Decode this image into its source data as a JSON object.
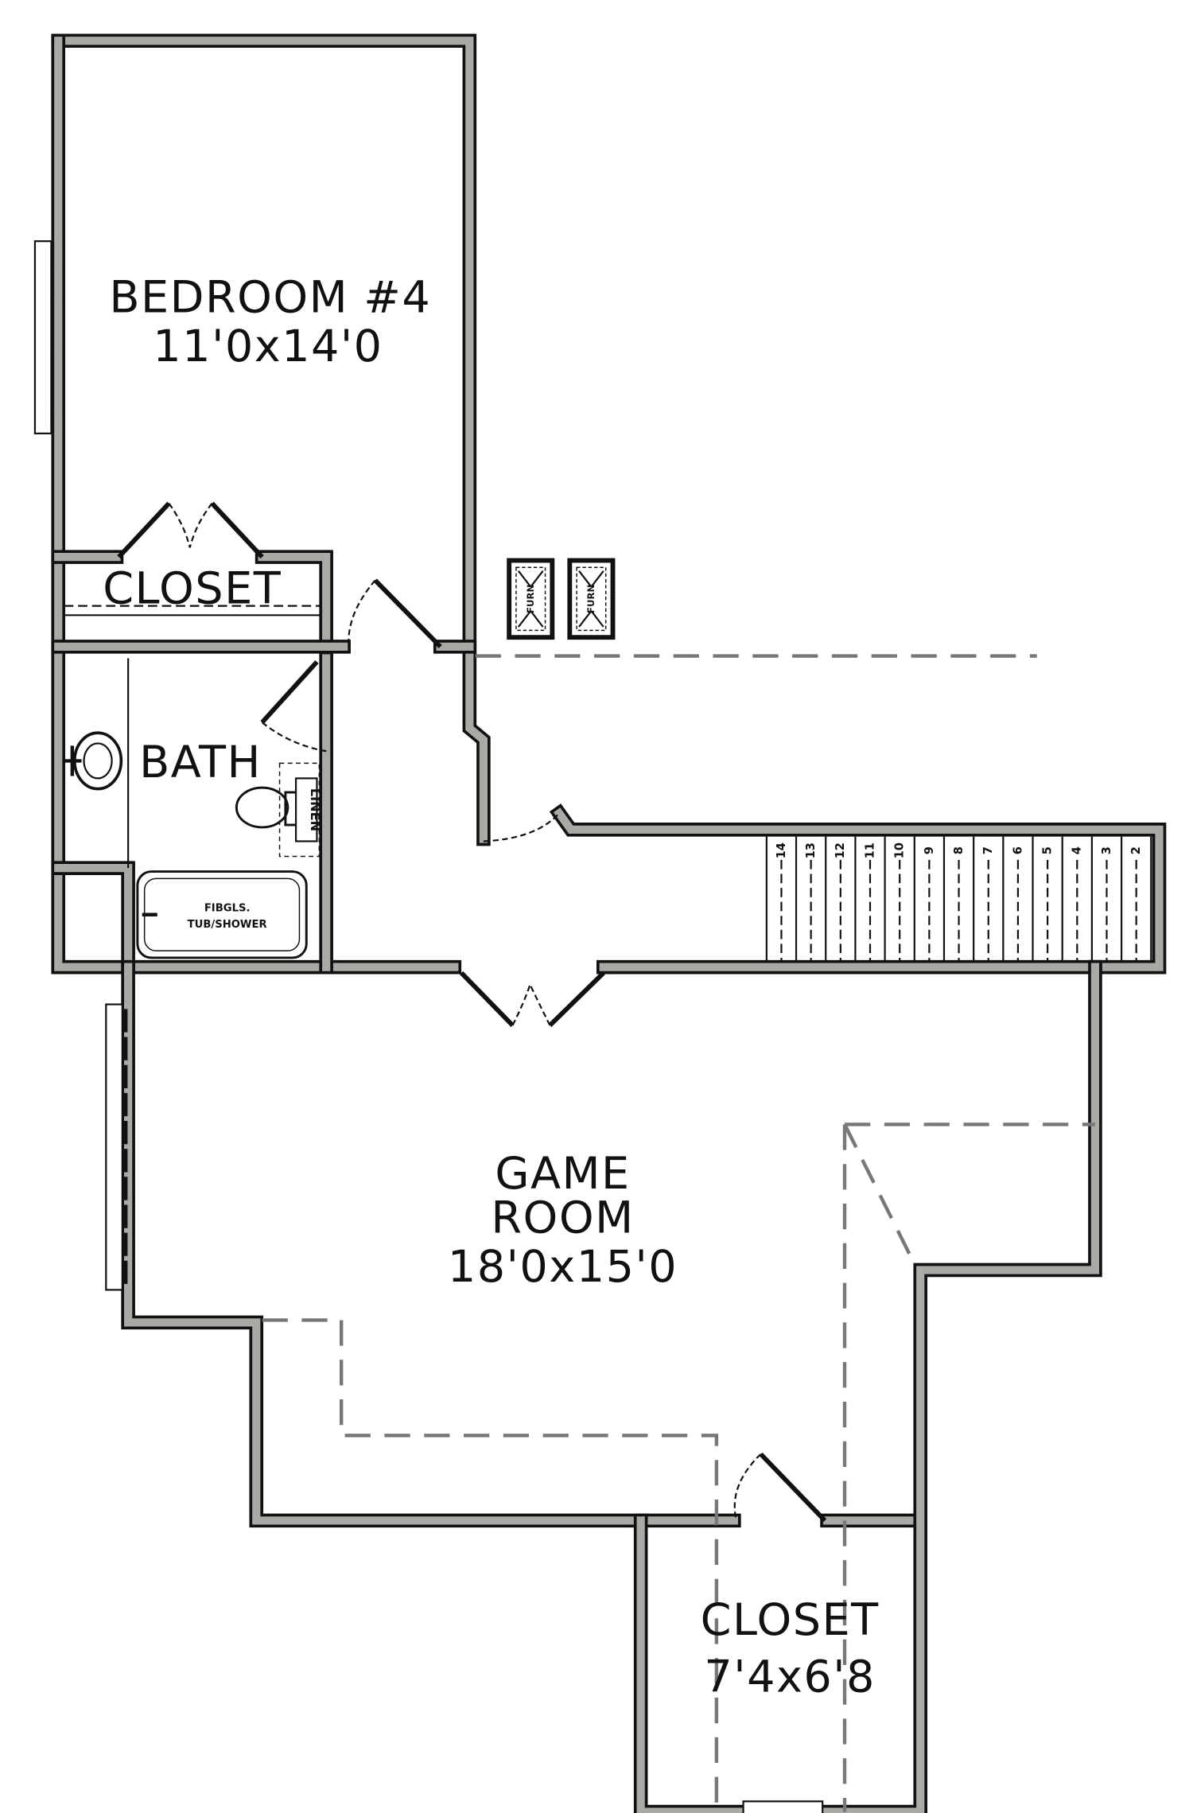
{
  "rooms": {
    "bedroom": {
      "name": "BEDROOM #4",
      "size": "11'0x14'0"
    },
    "bedroom_closet": {
      "name": "CLOSET"
    },
    "bath": {
      "name": "BATH"
    },
    "linen": {
      "name": "LINEN"
    },
    "tub": {
      "line1": "FIBGLS.",
      "line2": "TUB/SHOWER"
    },
    "game_room": {
      "line1": "GAME",
      "line2": "ROOM",
      "size": "18'0x15'0"
    },
    "game_closet": {
      "name": "CLOSET",
      "size": "7'4x6'8"
    }
  },
  "furnaces": [
    "FURN",
    "FURN"
  ],
  "stair_numbers": [
    "14",
    "13",
    "12",
    "11",
    "10",
    "9",
    "8",
    "7",
    "6",
    "5",
    "4",
    "3",
    "2"
  ]
}
